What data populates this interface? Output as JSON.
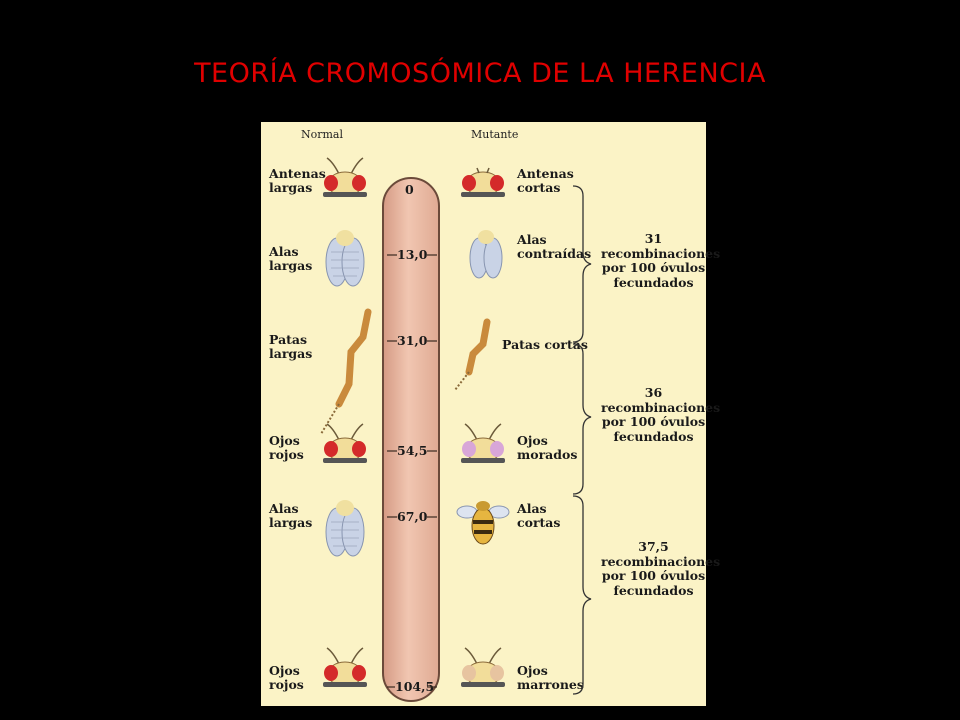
{
  "title": "TEORÍA CROMOSÓMICA DE LA HERENCIA",
  "headers": {
    "normal": "Normal",
    "mutante": "Mutante"
  },
  "loci": [
    {
      "position": "0",
      "normal": "Antenas\nlargas",
      "mutant": "Antenas\ncortas",
      "normal_icon": "fly-head-red-eyes-icon",
      "mutant_icon": "fly-head-short-antennae-icon"
    },
    {
      "position": "13,0",
      "normal": "Alas\nlargas",
      "mutant": "Alas\ncontraídas",
      "normal_icon": "long-wings-icon",
      "mutant_icon": "contracted-wings-icon"
    },
    {
      "position": "31,0",
      "normal": "Patas\nlargas",
      "mutant": "Patas cortas",
      "normal_icon": "long-leg-icon",
      "mutant_icon": "short-leg-icon"
    },
    {
      "position": "54,5",
      "normal": "Ojos\nrojos",
      "mutant": "Ojos\nmorados",
      "normal_icon": "fly-head-red-eyes-icon",
      "mutant_icon": "fly-head-purple-eyes-icon"
    },
    {
      "position": "67,0",
      "normal": "Alas\nlargas",
      "mutant": "Alas\ncortas",
      "normal_icon": "long-wings-icon",
      "mutant_icon": "short-wings-fly-icon"
    },
    {
      "position": "104,5",
      "normal": "Ojos\nrojos",
      "mutant": "Ojos\nmarrones",
      "normal_icon": "fly-head-red-eyes-icon",
      "mutant_icon": "fly-head-brown-eyes-icon"
    }
  ],
  "recombinations": [
    {
      "value": "31",
      "text": "recombinaciones\npor 100 óvulos\nfecundados"
    },
    {
      "value": "36",
      "text": "recombinaciones\npor 100 óvulos\nfecundados"
    },
    {
      "value": "37,5",
      "text": "recombinaciones\npor 100 óvulos\nfecundados"
    }
  ],
  "colors": {
    "title": "#e00000",
    "panel": "#fbf3c6",
    "chromosome": "#e9b8a2",
    "red_eye": "#d42a2a",
    "purple_eye": "#d8a6d8",
    "brown_eye": "#b98a5a"
  }
}
